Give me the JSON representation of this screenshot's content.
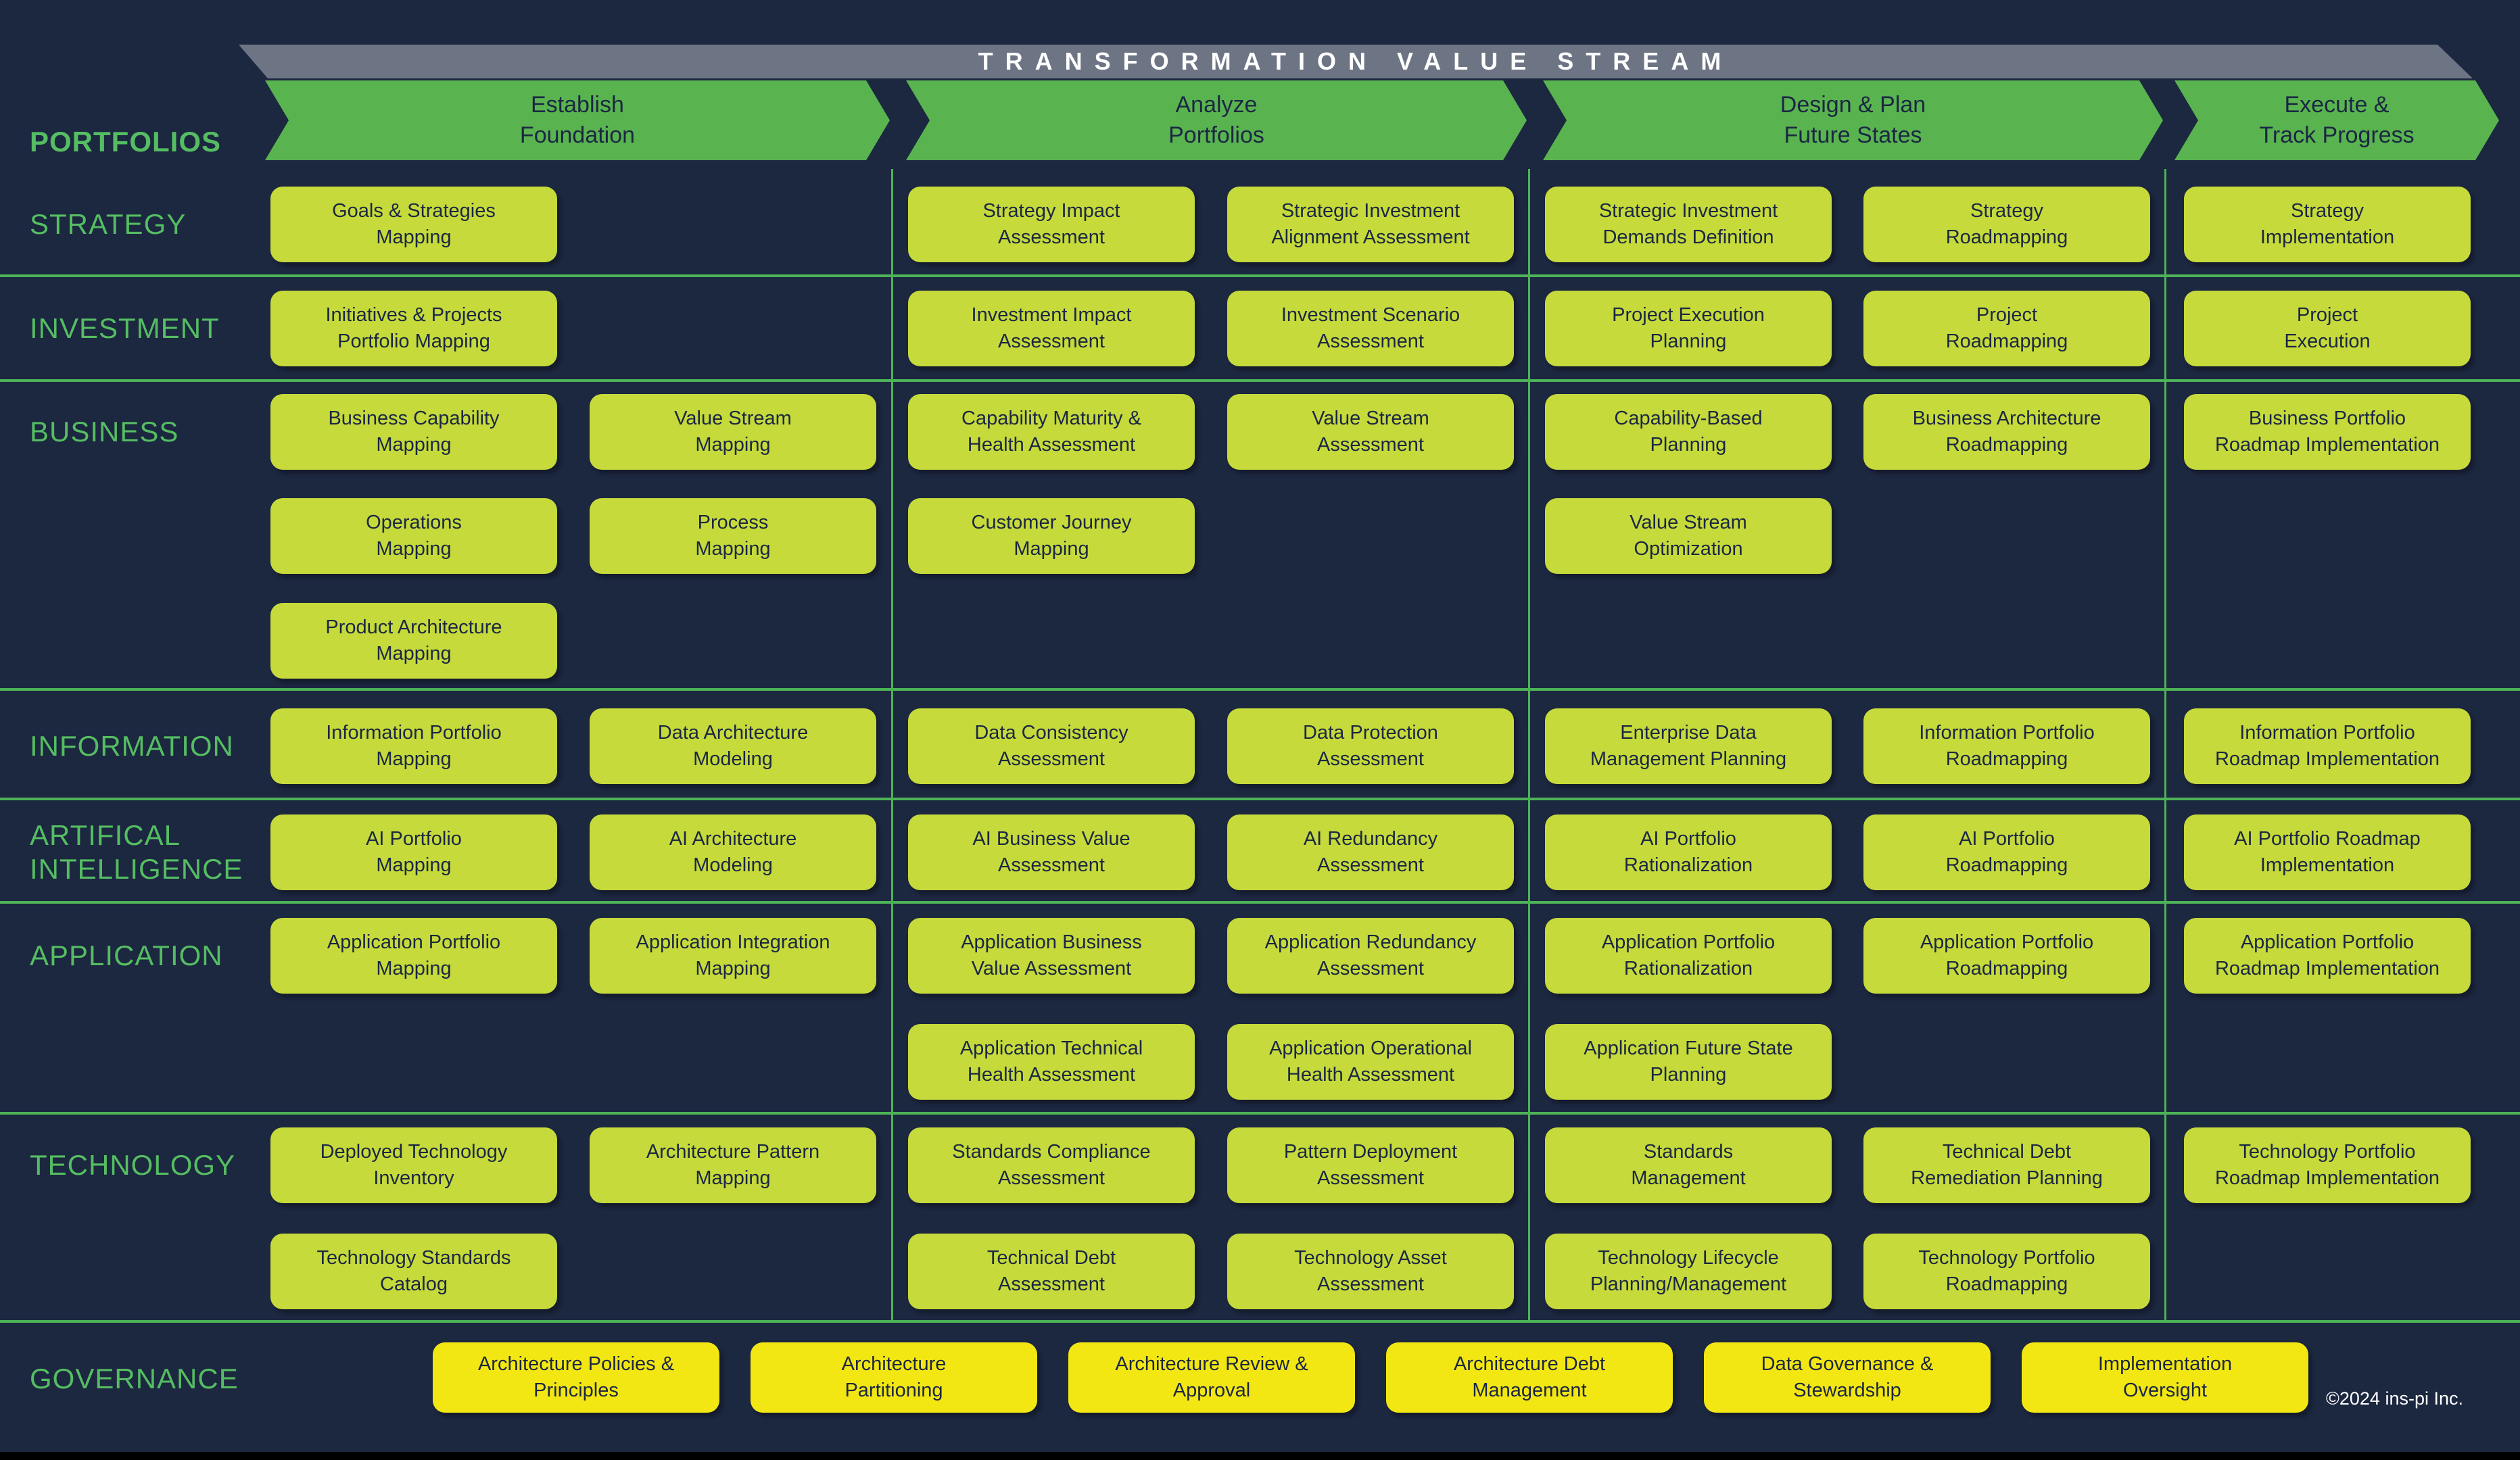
{
  "banner": {
    "title": "TRANSFORMATION VALUE STREAM"
  },
  "portfolios_label": "PORTFOLIOS",
  "phases": [
    {
      "label": "Establish\nFoundation"
    },
    {
      "label": "Analyze\nPortfolios"
    },
    {
      "label": "Design & Plan\nFuture States"
    },
    {
      "label": "Execute &\nTrack Progress"
    }
  ],
  "rows": [
    {
      "label": "STRATEGY",
      "sub_rows": [
        [
          "Goals & Strategies\nMapping",
          "",
          "Strategy Impact\nAssessment",
          "Strategic Investment\nAlignment Assessment",
          "Strategic Investment\nDemands Definition",
          "Strategy\nRoadmapping",
          "Strategy\nImplementation"
        ]
      ]
    },
    {
      "label": "INVESTMENT",
      "sub_rows": [
        [
          "Initiatives & Projects\nPortfolio Mapping",
          "",
          "Investment Impact\nAssessment",
          "Investment Scenario\nAssessment",
          "Project Execution\nPlanning",
          "Project\nRoadmapping",
          "Project\nExecution"
        ]
      ]
    },
    {
      "label": "BUSINESS",
      "sub_rows": [
        [
          "Business Capability\nMapping",
          "Value Stream\nMapping",
          "Capability Maturity &\nHealth Assessment",
          "Value Stream\nAssessment",
          "Capability-Based\nPlanning",
          "Business Architecture\nRoadmapping",
          "Business Portfolio\nRoadmap Implementation"
        ],
        [
          "Operations\nMapping",
          "Process\nMapping",
          "Customer Journey\nMapping",
          "",
          "Value Stream\nOptimization",
          "",
          ""
        ],
        [
          "Product Architecture\nMapping",
          "",
          "",
          "",
          "",
          "",
          ""
        ]
      ]
    },
    {
      "label": "INFORMATION",
      "sub_rows": [
        [
          "Information Portfolio\nMapping",
          "Data Architecture\nModeling",
          "Data Consistency\nAssessment",
          "Data Protection\nAssessment",
          "Enterprise Data\nManagement Planning",
          "Information Portfolio\nRoadmapping",
          "Information Portfolio\nRoadmap Implementation"
        ]
      ]
    },
    {
      "label": "ARTIFICAL\nINTELLIGENCE",
      "sub_rows": [
        [
          "AI Portfolio\nMapping",
          "AI Architecture\nModeling",
          "AI Business Value\nAssessment",
          "AI Redundancy\nAssessment",
          "AI Portfolio\nRationalization",
          "AI Portfolio\nRoadmapping",
          "AI Portfolio Roadmap\nImplementation"
        ]
      ]
    },
    {
      "label": "APPLICATION",
      "sub_rows": [
        [
          "Application Portfolio\nMapping",
          "Application Integration\nMapping",
          "Application Business\nValue Assessment",
          "Application Redundancy\nAssessment",
          "Application Portfolio\nRationalization",
          "Application Portfolio\nRoadmapping",
          "Application Portfolio\nRoadmap Implementation"
        ],
        [
          "",
          "",
          "Application Technical\nHealth Assessment",
          "Application Operational\nHealth Assessment",
          "Application Future State\nPlanning",
          "",
          ""
        ]
      ]
    },
    {
      "label": "TECHNOLOGY",
      "sub_rows": [
        [
          "Deployed Technology\nInventory",
          "Architecture Pattern\nMapping",
          "Standards Compliance\nAssessment",
          "Pattern Deployment\nAssessment",
          "Standards\nManagement",
          "Technical Debt\nRemediation Planning",
          "Technology Portfolio\nRoadmap Implementation"
        ],
        [
          "Technology Standards\nCatalog",
          "",
          "Technical Debt\nAssessment",
          "Technology Asset\nAssessment",
          "Technology Lifecycle\nPlanning/Management",
          "Technology Portfolio\nRoadmapping",
          ""
        ]
      ]
    }
  ],
  "governance": {
    "label": "GOVERNANCE",
    "items": [
      "Architecture Policies &\nPrinciples",
      "Architecture\nPartitioning",
      "Architecture Review &\nApproval",
      "Architecture Debt\nManagement",
      "Data Governance &\nStewardship",
      "Implementation\nOversight"
    ]
  },
  "copyright": "©2024 ins-pi Inc.",
  "colors": {
    "background": "#1c2740",
    "banner-gray": "#6d7585",
    "arrow-green": "#59b450",
    "card-lime": "#c6da3b",
    "card-yellow": "#f3e713",
    "label-green": "#55bd62",
    "divider-green": "#4db357",
    "text-dark": "#1b2742",
    "text-white": "#ffffff"
  }
}
